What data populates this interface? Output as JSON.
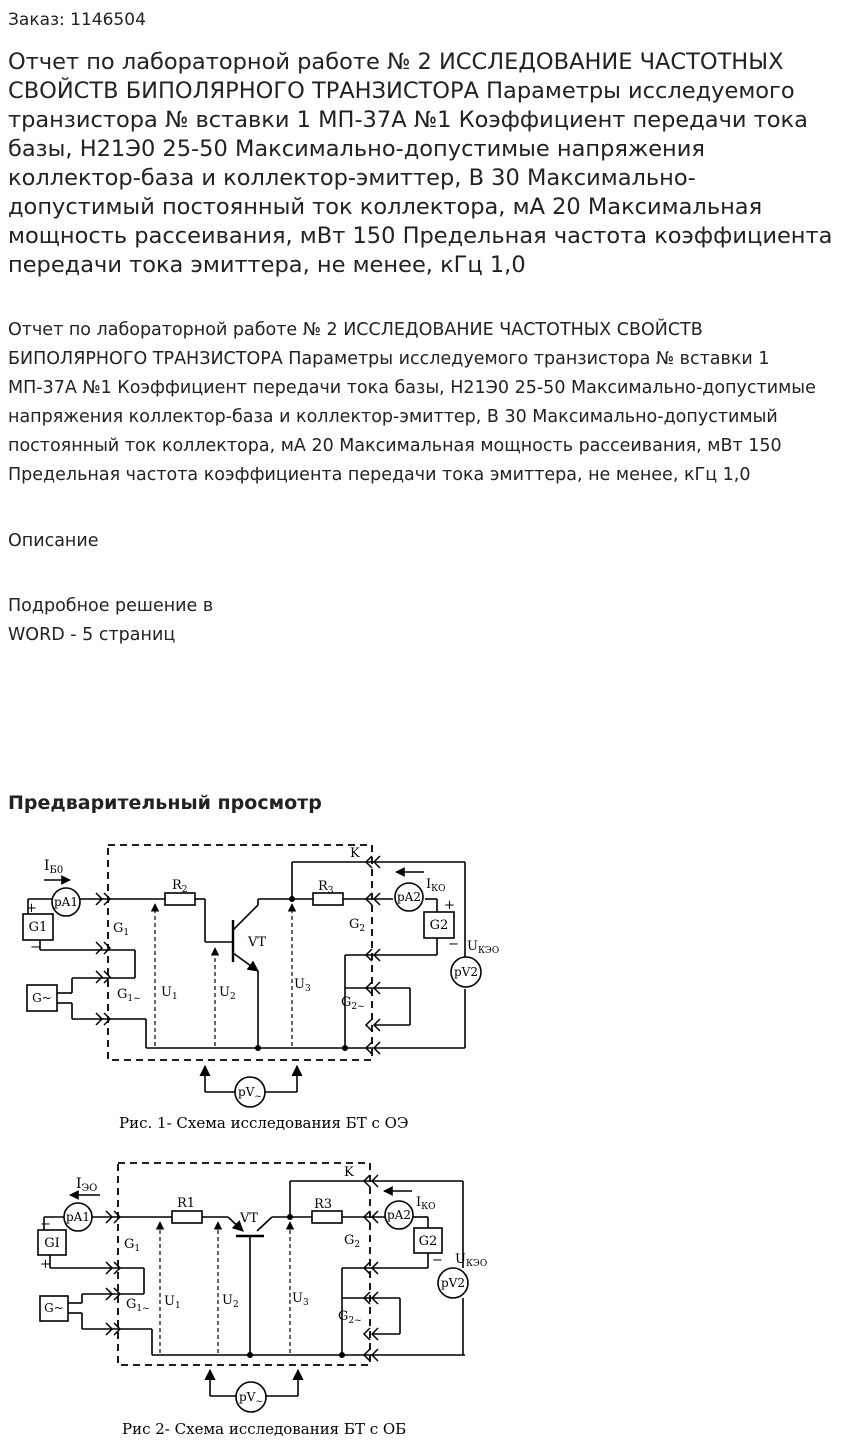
{
  "order": "Заказ: 1146504",
  "title": "Отчет по лабораторной работе № 2 ИССЛЕДОВАНИЕ ЧАСТОТНЫХ СВОЙСТВ БИПОЛЯРНОГО ТРАНЗИСТОРА Параметры исследуемого транзистора № вставки 1 МП-37А №1 Коэффициент передачи тока базы, Н21Э0 25-50 Максимально-допустимые напряжения коллектор-база и коллектор-эмиттер, В 30 Максимально-допустимый постоянный ток коллектора, мА 20 Максимальная мощность рассеивания, мВт 150 Предельная частота коэффициента передачи тока эмиттера, не менее, кГц 1,0",
  "description": "Отчет по лабораторной работе № 2 ИССЛЕДОВАНИЕ ЧАСТОТНЫХ СВОЙСТВ БИПОЛЯРНОГО ТРАНЗИСТОРА Параметры исследуемого транзистора № вставки 1 МП-37А №1 Коэффициент передачи тока базы, Н21Э0 25-50 Максимально-допустимые напряжения коллектор-база и коллектор-эмиттер, В 30 Максимально-допустимый постоянный ток коллектора, мА 20 Максимальная мощность рассеивания, мВт 150 Предельная частота коэффициента передачи тока эмиттера, не менее, кГц 1,0",
  "description_heading": "Описание",
  "detail_line1": "Подробное решение в",
  "detail_line2": "WORD - 5 страниц",
  "preview_heading": "Предварительный просмотр",
  "figure1": {
    "caption": "Рис. 1- Схема исследования БТ с ОЭ",
    "labels": {
      "ib": "I",
      "ib_sub": "Б0",
      "pa1": "pA1",
      "g1": "G1",
      "plus": "+",
      "minus": "−",
      "gac": "G~",
      "g1_port": "G",
      "g1_port_sub": "1",
      "g1ac": "G",
      "g1ac_sub": "1~",
      "r2": "R",
      "r2_sub": "2",
      "u1": "U",
      "u1_sub": "1",
      "u2": "U",
      "u2_sub": "2",
      "vt": "VT",
      "u3": "U",
      "u3_sub": "3",
      "r3": "R",
      "r3_sub": "3",
      "k": "K",
      "pa2": "pA2",
      "ik": "I",
      "ik_sub": "КО",
      "g2": "G2",
      "g2_port": "G",
      "g2_port_sub": "2",
      "g2ac": "G",
      "g2ac_sub": "2~",
      "uke": "U",
      "uke_sub": "КЭО",
      "pv2": "pV2",
      "pv": "pV",
      "pv_sub": "~"
    }
  },
  "figure2": {
    "caption": "Рис 2- Схема исследования БТ с ОБ",
    "labels": {
      "ie": "I",
      "ie_sub": "ЭО",
      "pa1": "pA1",
      "gi": "GI",
      "plus": "+",
      "minus": "−",
      "gac": "G~",
      "g1_port": "G",
      "g1_port_sub": "1",
      "g1ac": "G",
      "g1ac_sub": "1~",
      "r1": "R1",
      "u1": "U",
      "u1_sub": "1",
      "u2": "U",
      "u2_sub": "2",
      "vt": "VT",
      "u3": "U",
      "u3_sub": "3",
      "r3": "R3",
      "k": "K",
      "pa2": "pA2",
      "ik": "I",
      "ik_sub": "КО",
      "g2": "G2",
      "g2_port": "G",
      "g2_port_sub": "2",
      "g2ac": "G",
      "g2ac_sub": "2~",
      "uke": "U",
      "uke_sub": "КЭО",
      "pv2": "pV2",
      "pv": "pV",
      "pv_sub": "~"
    }
  }
}
